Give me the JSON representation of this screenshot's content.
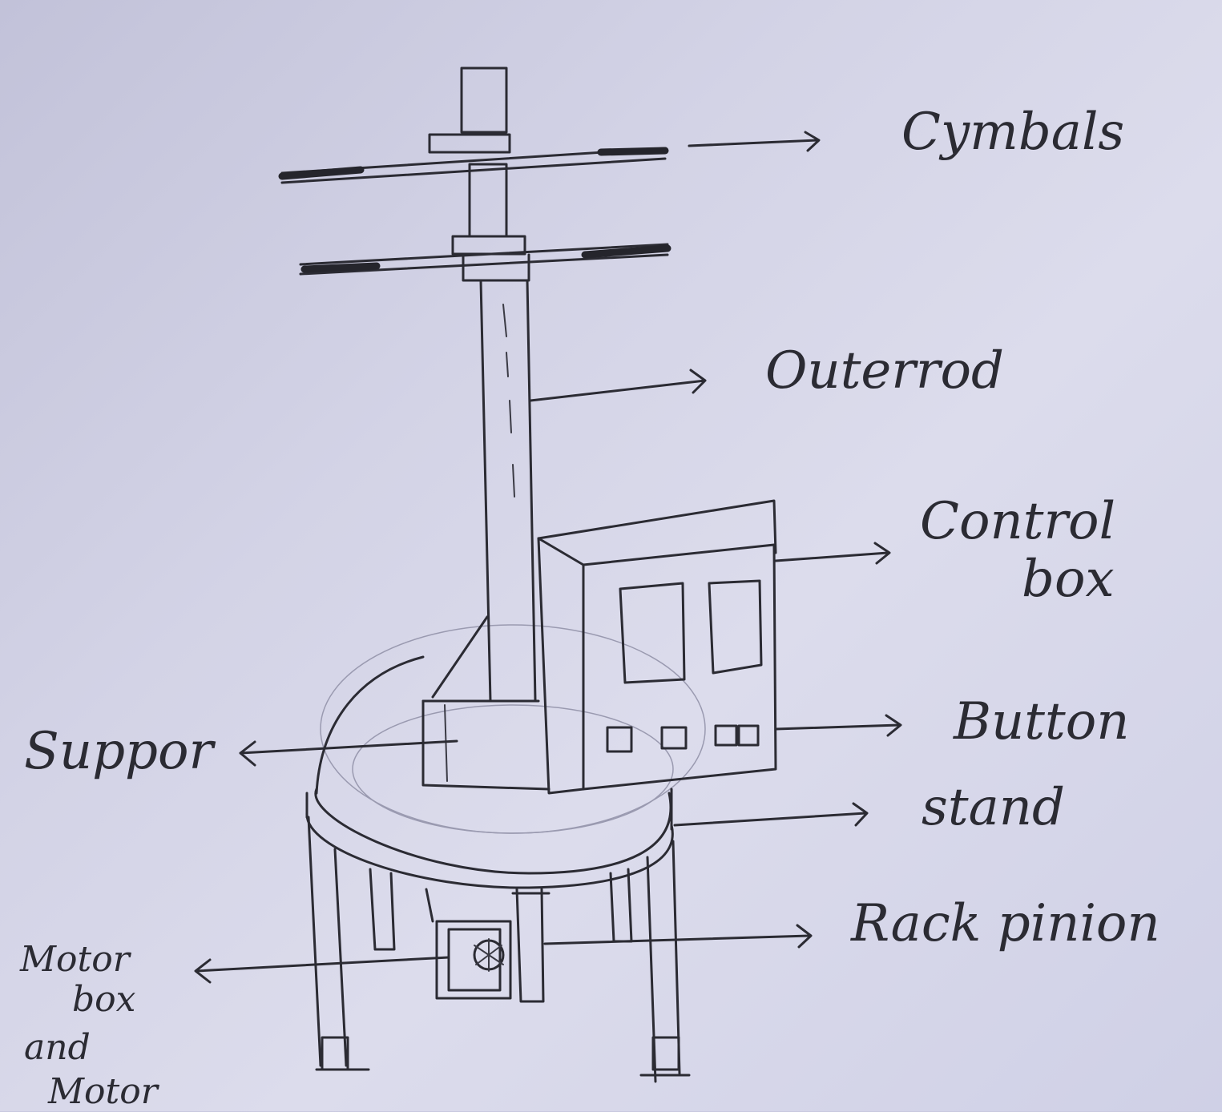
{
  "labels": {
    "cymbals": "Cymbals",
    "outer_rod": "Outerrod",
    "control_box_line1": "Control",
    "control_box_line2": "box",
    "button": "Button",
    "stand": "stand",
    "rack_pinion": "Rack pinion",
    "support": "Suppor",
    "motor_line1": "Motor",
    "motor_line2": "box",
    "motor_line3": "and",
    "motor_line4": "Motor"
  },
  "colors": {
    "paper": "#d3d3e6",
    "ink": "#2b2b33"
  }
}
